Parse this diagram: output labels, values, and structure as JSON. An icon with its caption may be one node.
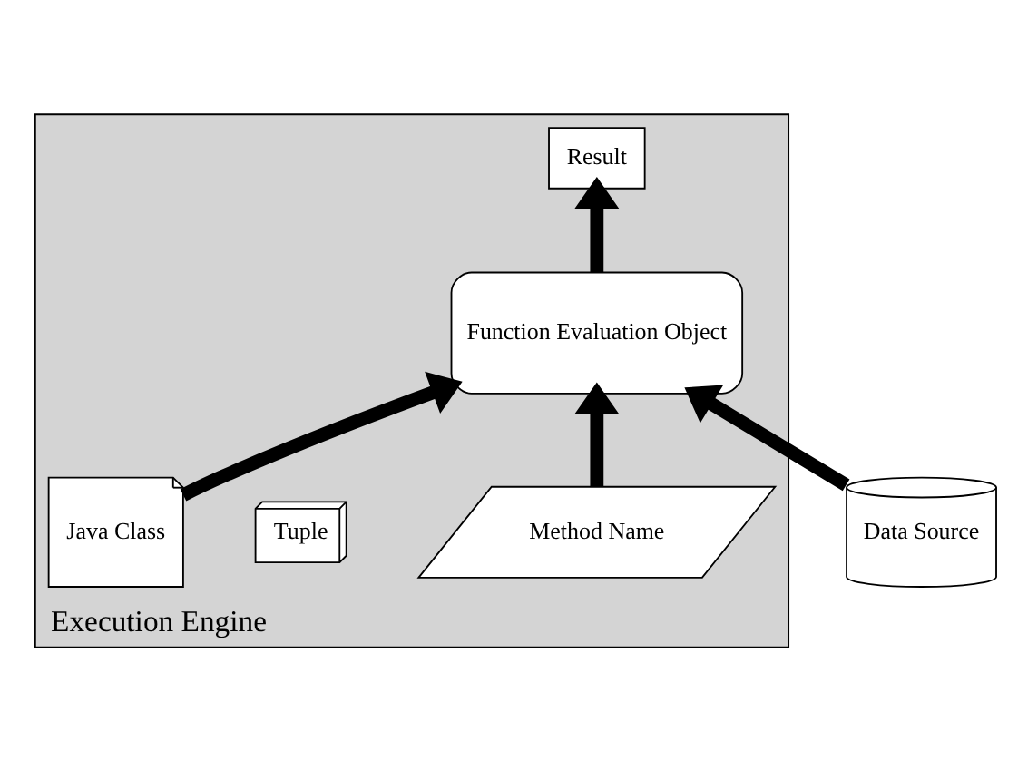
{
  "diagram": {
    "nodes": [
      {
        "text": [
          "Execution Engine"
        ]
      },
      {
        "text": [
          "Function Evaluation Object"
        ],
        "in": 0
      },
      {
        "text": [
          "Method Name"
        ],
        "in": 0
      },
      {
        "text": [
          "Result"
        ],
        "in": 0
      },
      {
        "text": [
          "Tuple"
        ],
        "in": 0
      },
      {
        "text": [
          "Java Class"
        ],
        "in": 0
      },
      {
        "text": [
          "Data Source"
        ]
      }
    ],
    "edges": [
      {
        "from": 1,
        "to": 3,
        "arrow": "to"
      },
      {
        "from": 2,
        "to": 1,
        "arrow": "to"
      },
      {
        "from": 5,
        "to": 1,
        "arrow": "to"
      },
      {
        "from": 6,
        "to": 1,
        "arrow": "to"
      }
    ]
  }
}
